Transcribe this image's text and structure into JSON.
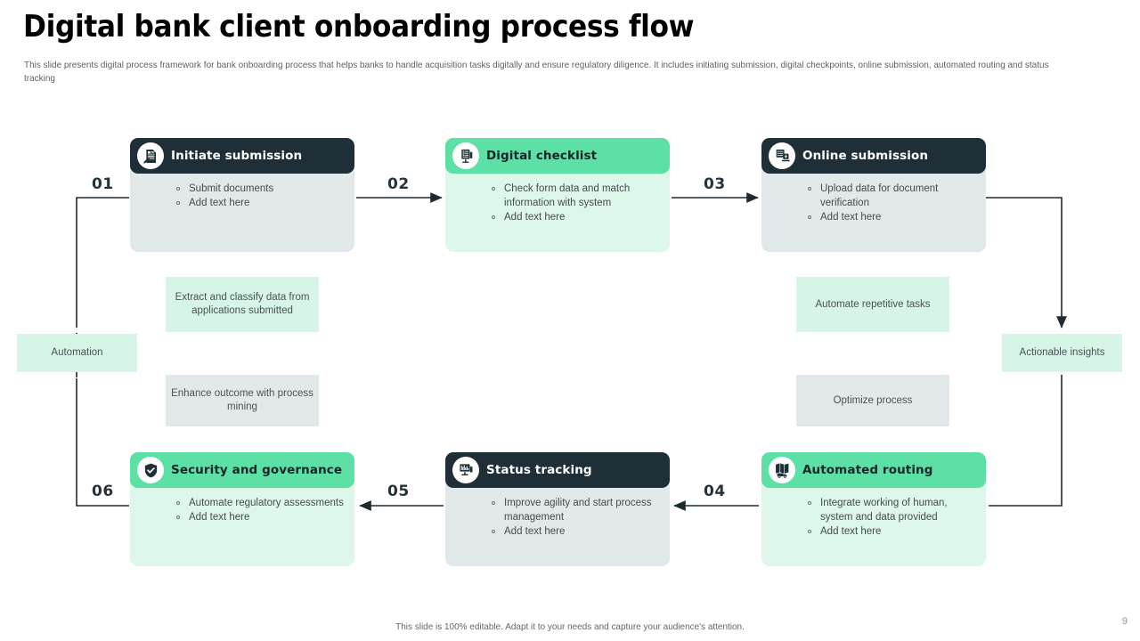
{
  "header": {
    "title": "Digital bank client onboarding process flow",
    "subtitle": "This slide presents digital process framework for bank onboarding process that helps banks to handle acquisition tasks digitally and ensure regulatory diligence. It includes initiating submission, digital checkpoints, online submission, automated routing and status tracking"
  },
  "steps": [
    {
      "number": "01",
      "title": "Initiate submission",
      "icon": "document-pen-icon",
      "head_style": "dark",
      "body_style": "dark-body",
      "bullets": [
        "Submit documents",
        "Add text here"
      ]
    },
    {
      "number": "02",
      "title": "Digital checklist",
      "icon": "checklist-monitor-icon",
      "head_style": "green",
      "body_style": "light-body",
      "bullets": [
        "Check form data and match information with system",
        "Add text here"
      ]
    },
    {
      "number": "03",
      "title": "Online submission",
      "icon": "laptop-upload-icon",
      "head_style": "dark",
      "body_style": "dark-body",
      "bullets": [
        "Upload data for document verification",
        "Add text here"
      ]
    },
    {
      "number": "04",
      "title": "Automated routing",
      "icon": "routing-truck-icon",
      "head_style": "green",
      "body_style": "light-body",
      "bullets": [
        "Integrate working of human, system and data provided",
        "Add text here"
      ]
    },
    {
      "number": "05",
      "title": "Status tracking",
      "icon": "status-monitor-icon",
      "head_style": "dark",
      "body_style": "dark-body",
      "bullets": [
        "Improve  agility and start process management",
        "Add text here"
      ]
    },
    {
      "number": "06",
      "title": "Security and governance",
      "icon": "shield-check-icon",
      "head_style": "green",
      "body_style": "light-body",
      "bullets": [
        "Automate regulatory assessments",
        "Add text here"
      ]
    }
  ],
  "notes": {
    "extract_classify": "Extract and classify data from applications submitted",
    "enhance_outcome": "Enhance outcome with process mining",
    "automate_repetitive": "Automate repetitive tasks",
    "optimize_process": "Optimize process",
    "automation": "Automation",
    "actionable_insights": "Actionable insights"
  },
  "footer": {
    "note": "This slide is 100% editable. Adapt it to your needs and capture your audience's attention.",
    "page_number": "9"
  },
  "colors": {
    "dark_header": "#1e2f38",
    "green_header": "#5ce0a5",
    "grey_body": "#e1e8ea",
    "light_green_body": "#ddf7ea",
    "note_green": "#d7f5e7",
    "note_grey": "#e1e8ea",
    "arrow": "#1f2a2e"
  }
}
